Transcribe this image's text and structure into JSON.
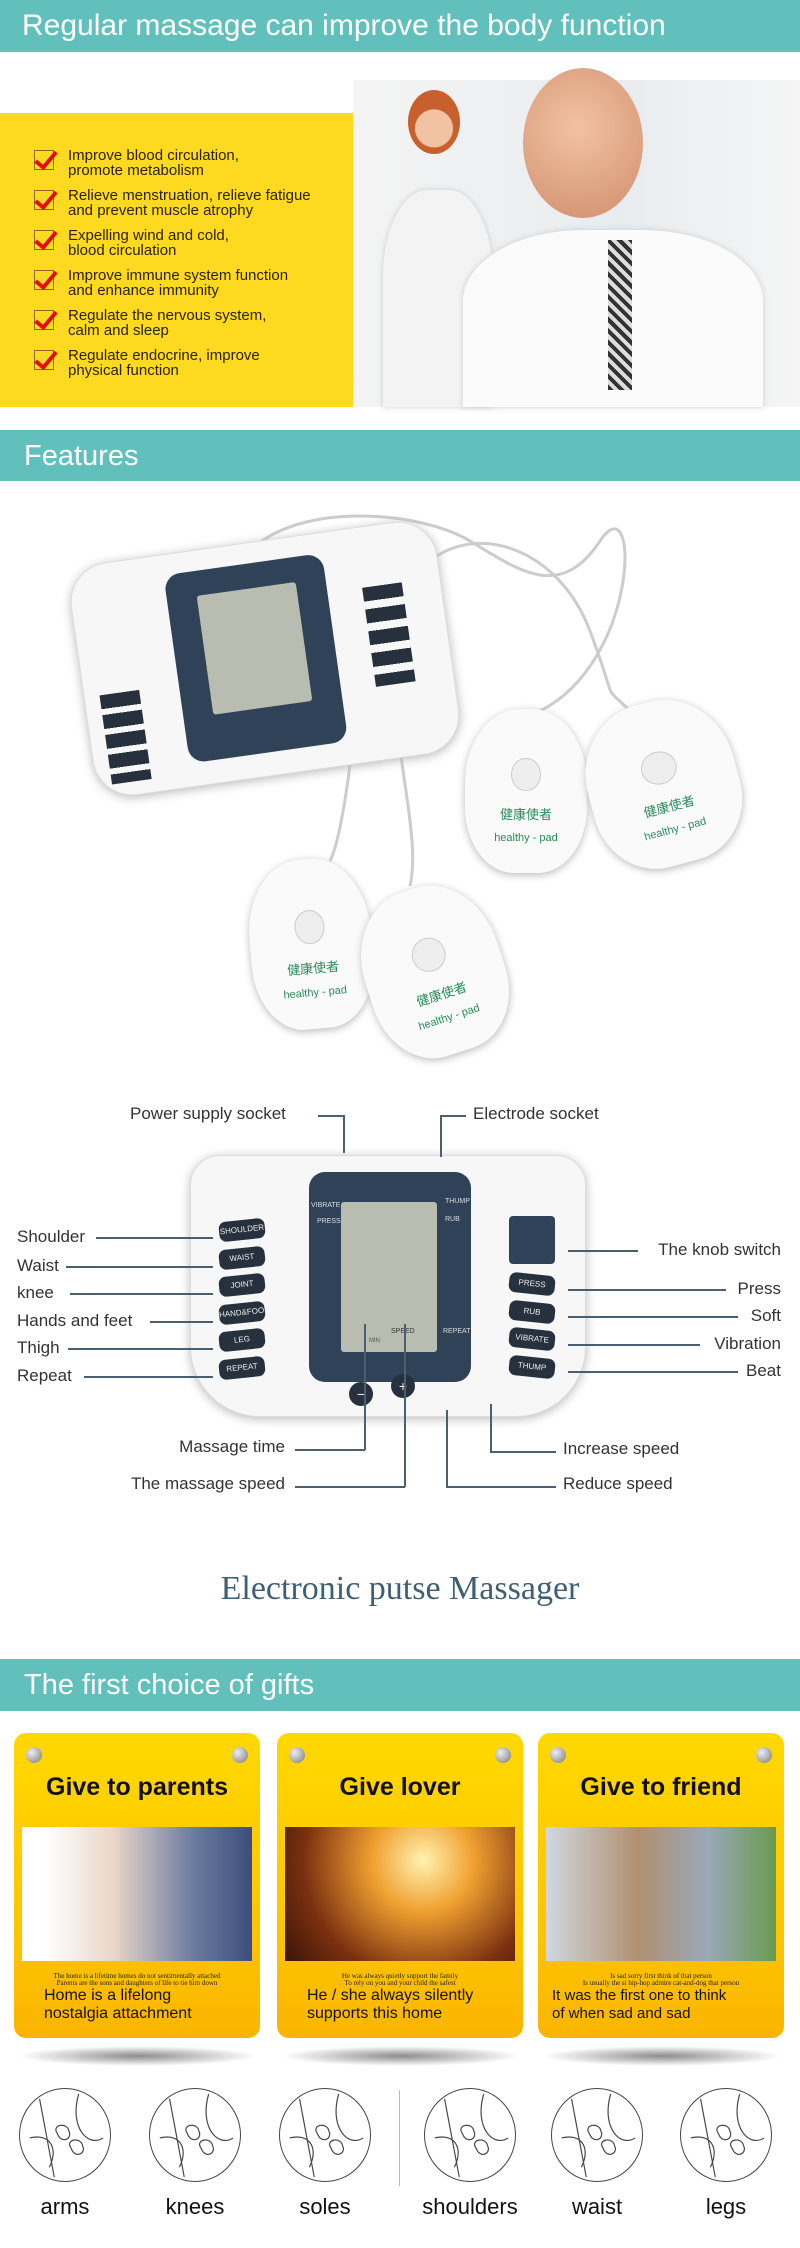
{
  "header": {
    "title": "Regular massage can improve the body function"
  },
  "benefits": [
    "Improve blood circulation,\npromote metabolism",
    "Relieve menstruation, relieve fatigue\nand prevent muscle atrophy",
    "Expelling wind and cold,\nblood circulation",
    "Improve immune system function\nand enhance immunity",
    "Regulate the nervous system,\ncalm and sleep",
    "Regulate endocrine, improve\nphysical function"
  ],
  "features": {
    "title": "Features"
  },
  "device": {
    "buttons_left": [
      "SHOULDER",
      "WAIST",
      "JOINT",
      "HAND&FOOT",
      "LEG",
      "REPEAT"
    ],
    "buttons_right": [
      "PRESS",
      "RUB",
      "VIBRATE",
      "THUMP"
    ],
    "lcd": {
      "vibrate": "VIBRATE",
      "press": "PRESS",
      "thump": "THUMP",
      "rub": "RUB",
      "speed": "SPEED",
      "min": "MIN",
      "repeat": "REPEAT"
    },
    "minus": "−",
    "plus": "+",
    "pad_cn": "健康使者",
    "pad_en": "healthy - pad"
  },
  "diagram": {
    "top": [
      "Power supply socket",
      "Electrode socket"
    ],
    "left": [
      "Shoulder",
      "Waist",
      "knee",
      "Hands and feet",
      "Thigh",
      "Repeat"
    ],
    "right": [
      "The knob switch",
      "Press",
      "Soft",
      "Vibration",
      "Beat"
    ],
    "bottom_left": [
      "Massage time",
      "The massage speed"
    ],
    "bottom_right": [
      "Increase speed",
      "Reduce speed"
    ]
  },
  "product_title": "Electronic putse Massager",
  "gifts": {
    "title": "The first choice of gifts",
    "cards": [
      {
        "title": "Give to parents",
        "small": "The home is a lifetime homes do not sentimentally attached\nParents are the sons and daughters of life to tie him down",
        "caption": "Home is a lifelong\nnostalgia attachment"
      },
      {
        "title": "Give lover",
        "small": "He was always quietly support the family\nTo rely on you and your child the safest",
        "caption": "He / she always silently\nsupports this home"
      },
      {
        "title": "Give to friend",
        "small": "Is sad sorry first think of that person\nIs usually the si hip-hop admire cat-and-dog that person",
        "caption": "It was the first one to think\nof when sad and sad"
      }
    ]
  },
  "body_parts": [
    "arms",
    "knees",
    "soles",
    "shoulders",
    "waist",
    "legs"
  ],
  "colors": {
    "teal": "#62c0bc",
    "yellow": "#fdd91f",
    "title_blue": "#3f5f75",
    "check_red": "#e01010"
  }
}
